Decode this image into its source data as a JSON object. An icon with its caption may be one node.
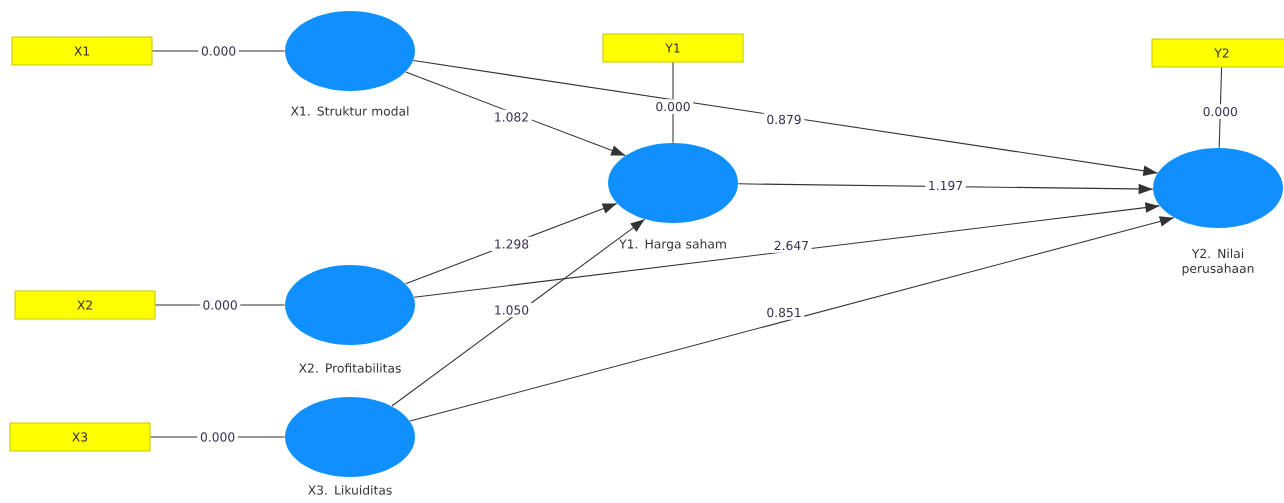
{
  "diagram": {
    "nodes": [
      {
        "text": [
          "X1"
        ]
      },
      {
        "text": [],
        "shape": "circle",
        "beside": [
          "X1. Struktur modal"
        ]
      },
      {
        "text": [
          "Y1"
        ]
      },
      {
        "text": [],
        "shape": "circle",
        "beside": [
          "Y1. Harga saham"
        ]
      },
      {
        "text": [
          "Y2"
        ]
      },
      {
        "text": [],
        "shape": "circle",
        "beside": [
          "Y2. Nilai perusahaan"
        ]
      },
      {
        "text": [
          "X2"
        ]
      },
      {
        "text": [],
        "shape": "circle",
        "beside": [
          "X2. Profitabilitas"
        ]
      },
      {
        "text": [
          "X3"
        ]
      },
      {
        "text": [],
        "shape": "circle",
        "beside": [
          "X3. Likuiditas"
        ]
      }
    ],
    "edges": [
      {
        "from": 1,
        "to": 0,
        "arrow": "none",
        "label": "0.000"
      },
      {
        "from": 3,
        "to": 2,
        "arrow": "none",
        "label": "0.000"
      },
      {
        "from": 5,
        "to": 4,
        "arrow": "none",
        "label": "0.000"
      },
      {
        "from": 7,
        "to": 6,
        "arrow": "none",
        "label": "0.000"
      },
      {
        "from": 9,
        "to": 8,
        "arrow": "none",
        "label": "0.000"
      },
      {
        "from": 1,
        "to": 3,
        "arrow": "to",
        "label": "1.082"
      },
      {
        "from": 1,
        "to": 5,
        "arrow": "to",
        "label": "0.879"
      },
      {
        "from": 3,
        "to": 5,
        "arrow": "to",
        "label": "1.197"
      },
      {
        "from": 7,
        "to": 3,
        "arrow": "to",
        "label": "1.298"
      },
      {
        "from": 7,
        "to": 5,
        "arrow": "to",
        "label": "2.647"
      },
      {
        "from": 9,
        "to": 3,
        "arrow": "to",
        "label": "1.050"
      },
      {
        "from": 9,
        "to": 5,
        "arrow": "to",
        "label": "0.851"
      }
    ]
  }
}
